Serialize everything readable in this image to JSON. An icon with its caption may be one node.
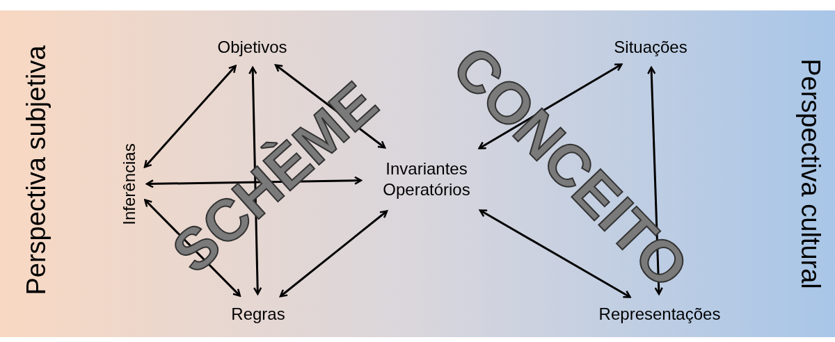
{
  "diagram": {
    "nodes": [
      {
        "text": [
          "Objetivos"
        ]
      },
      {
        "text": [
          "Inferências"
        ]
      },
      {
        "text": [
          "Invariantes Operatórios"
        ]
      },
      {
        "text": [
          "Regras"
        ]
      },
      {
        "text": [
          "Situações"
        ]
      },
      {
        "text": [
          "Representações"
        ]
      }
    ],
    "edges": [
      {
        "from": 0,
        "to": 1,
        "arrow": "both"
      },
      {
        "from": 0,
        "to": 3,
        "arrow": "both"
      },
      {
        "from": 0,
        "to": 2,
        "arrow": "both"
      },
      {
        "from": 1,
        "to": 2,
        "arrow": "both"
      },
      {
        "from": 1,
        "to": 3,
        "arrow": "both"
      },
      {
        "from": 3,
        "to": 2,
        "arrow": "both"
      },
      {
        "from": 4,
        "to": 2,
        "arrow": "both"
      },
      {
        "from": 4,
        "to": 5,
        "arrow": "both"
      },
      {
        "from": 2,
        "to": 5,
        "arrow": "both"
      }
    ],
    "labels": [
      "Perspectiva subjetiva",
      "SCHÈME",
      "CONCEITO",
      "Perspectiva cultural"
    ]
  }
}
